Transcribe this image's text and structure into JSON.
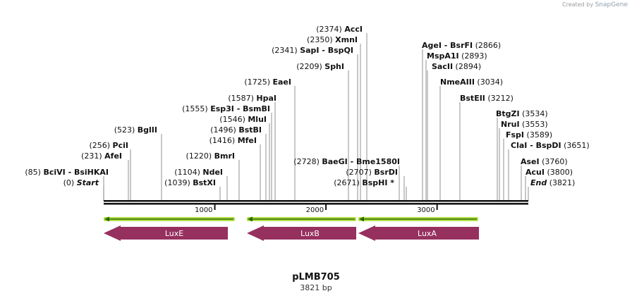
{
  "credit": {
    "prefix": "Created by",
    "brand": "SnapGene"
  },
  "map": {
    "name": "pLMB705",
    "length_label": "3821 bp",
    "length": 3821,
    "axis_ticks": [
      {
        "value": 1000,
        "label": "1000"
      },
      {
        "value": 2000,
        "label": "2000"
      },
      {
        "value": 3000,
        "label": "3000"
      }
    ],
    "sites": [
      {
        "pos": "(85)",
        "bp": 85,
        "names": [
          "BciVI",
          "BsiHKAI"
        ]
      },
      {
        "pos": "(0)",
        "bp": 0,
        "names": [
          "Start"
        ],
        "italic": true
      },
      {
        "pos": "(231)",
        "bp": 231,
        "names": [
          "AfeI"
        ]
      },
      {
        "pos": "(256)",
        "bp": 256,
        "names": [
          "PciI"
        ]
      },
      {
        "pos": "(523)",
        "bp": 523,
        "names": [
          "BglII"
        ]
      },
      {
        "pos": "(1039)",
        "bp": 1039,
        "names": [
          "BstXI"
        ]
      },
      {
        "pos": "(1104)",
        "bp": 1104,
        "names": [
          "NdeI"
        ]
      },
      {
        "pos": "(1220)",
        "bp": 1220,
        "names": [
          "BmrI"
        ]
      },
      {
        "pos": "(1416)",
        "bp": 1416,
        "names": [
          "MfeI"
        ]
      },
      {
        "pos": "(1496)",
        "bp": 1496,
        "names": [
          "BstBI"
        ]
      },
      {
        "pos": "(1546)",
        "bp": 1546,
        "names": [
          "MluI"
        ]
      },
      {
        "pos": "(1555)",
        "bp": 1555,
        "names": [
          "Esp3I",
          "BsmBI"
        ]
      },
      {
        "pos": "(1587)",
        "bp": 1587,
        "names": [
          "HpaI"
        ]
      },
      {
        "pos": "(1725)",
        "bp": 1725,
        "names": [
          "EaeI"
        ]
      },
      {
        "pos": "(2209)",
        "bp": 2209,
        "names": [
          "SphI"
        ]
      },
      {
        "pos": "(2341)",
        "bp": 2341,
        "names": [
          "SapI",
          "BspQI"
        ]
      },
      {
        "pos": "(2350)",
        "bp": 2350,
        "names": [
          "XmnI"
        ]
      },
      {
        "pos": "(2374)",
        "bp": 2374,
        "names": [
          "AccI"
        ]
      },
      {
        "pos": "(2728)",
        "bp": 2728,
        "names": [
          "BaeGI",
          "Bme1580I"
        ]
      },
      {
        "pos": "(2707)",
        "bp": 2707,
        "names": [
          "BsrDI"
        ]
      },
      {
        "pos": "(2671)",
        "bp": 2671,
        "names": [
          "BspHI *"
        ]
      },
      {
        "pos": "(2866)",
        "bp": 2866,
        "names": [
          "AgeI",
          "BsrFI"
        ]
      },
      {
        "pos": "(2893)",
        "bp": 2893,
        "names": [
          "MspA1I"
        ]
      },
      {
        "pos": "(2894)",
        "bp": 2894,
        "names": [
          "SacII"
        ]
      },
      {
        "pos": "(3034)",
        "bp": 3034,
        "names": [
          "NmeAIII"
        ]
      },
      {
        "pos": "(3212)",
        "bp": 3212,
        "names": [
          "BstEII"
        ]
      },
      {
        "pos": "(3534)",
        "bp": 3534,
        "names": [
          "BtgZI"
        ]
      },
      {
        "pos": "(3553)",
        "bp": 3553,
        "names": [
          "NruI"
        ]
      },
      {
        "pos": "(3589)",
        "bp": 3589,
        "names": [
          "FspI"
        ]
      },
      {
        "pos": "(3651)",
        "bp": 3651,
        "names": [
          "ClaI",
          "BspDI"
        ]
      },
      {
        "pos": "(3760)",
        "bp": 3760,
        "names": [
          "AseI"
        ]
      },
      {
        "pos": "(3800)",
        "bp": 3800,
        "names": [
          "AcuI"
        ]
      },
      {
        "pos": "(3821)",
        "bp": 3821,
        "names": [
          "End"
        ],
        "italic": true
      }
    ],
    "primers": [
      {
        "start": 0,
        "end": 1180,
        "direction": "reverse"
      },
      {
        "start": 1300,
        "end": 2320,
        "direction": "reverse"
      },
      {
        "start": 2320,
        "end": 3400,
        "direction": "reverse"
      }
    ],
    "features": [
      {
        "label": "LuxE",
        "start": 0,
        "end": 1120,
        "direction": "reverse",
        "color": "#96305f"
      },
      {
        "label": "LuxB",
        "start": 1300,
        "end": 2310,
        "direction": "reverse",
        "color": "#96305f"
      },
      {
        "label": "LuxA",
        "start": 2320,
        "end": 3370,
        "direction": "reverse",
        "color": "#96305f"
      }
    ],
    "colors": {
      "backbone": "#111111",
      "primer_fill": "#b4e04a",
      "primer_arrow": "#2b6a00",
      "feature": "#96305f"
    }
  }
}
